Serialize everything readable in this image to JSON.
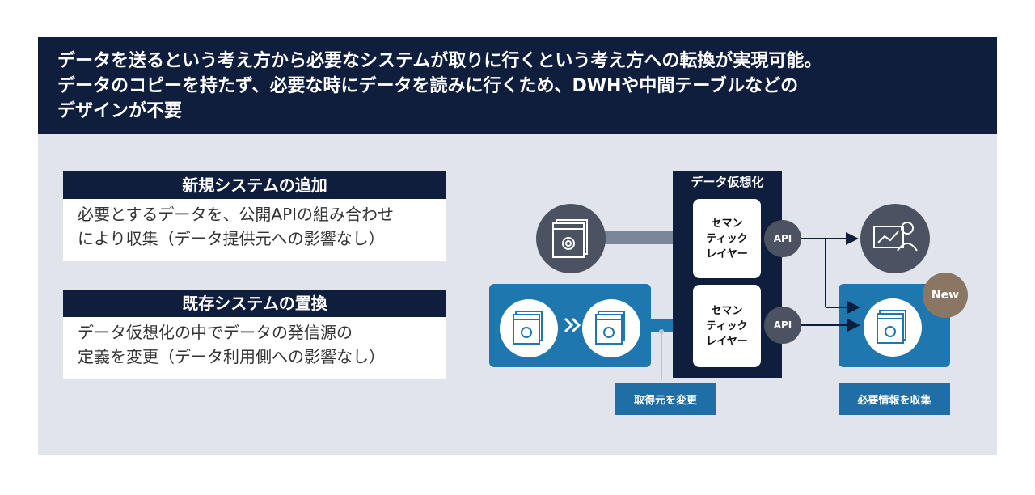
{
  "header": {
    "line1": "データを送るという考え方から必要なシステムが取りに行くという考え方への転換が実現可能。",
    "line2": "データのコピーを持たず、必要な時にデータを読みに行くため、DWHや中間テーブルなどの",
    "line3": "デザインが不要"
  },
  "cards": {
    "new_system": {
      "title": "新規システムの追加",
      "line1": "必要とするデータを、公開APIの組み合わせ",
      "line2": "により収集（データ提供元への影響なし）"
    },
    "existing_system": {
      "title": "既存システムの置換",
      "line1": "データ仮想化の中でデータの発信源の",
      "line2": "定義を変更（データ利用側への影響なし）"
    }
  },
  "diagram": {
    "virtualization_title": "データ仮想化",
    "semantic_layer_top": [
      "セマン",
      "ティック",
      "レイヤー"
    ],
    "semantic_layer_bottom": [
      "セマン",
      "ティック",
      "レイヤー"
    ],
    "api_top": "API",
    "api_bottom": "API",
    "new_badge": "New",
    "label_change_source": "取得元を変更",
    "label_collect_info": "必要情報を収集",
    "icons": [
      "server-gear-icon",
      "chevron-double-icon",
      "analytics-user-icon"
    ],
    "colors": {
      "navy": "#101e3d",
      "blue": "#1f77b0",
      "gray_arrow": "#7a879b",
      "api_gray": "#4b5262",
      "new_brown": "#8b7663",
      "panel_bg": "#e2e4eb"
    }
  }
}
